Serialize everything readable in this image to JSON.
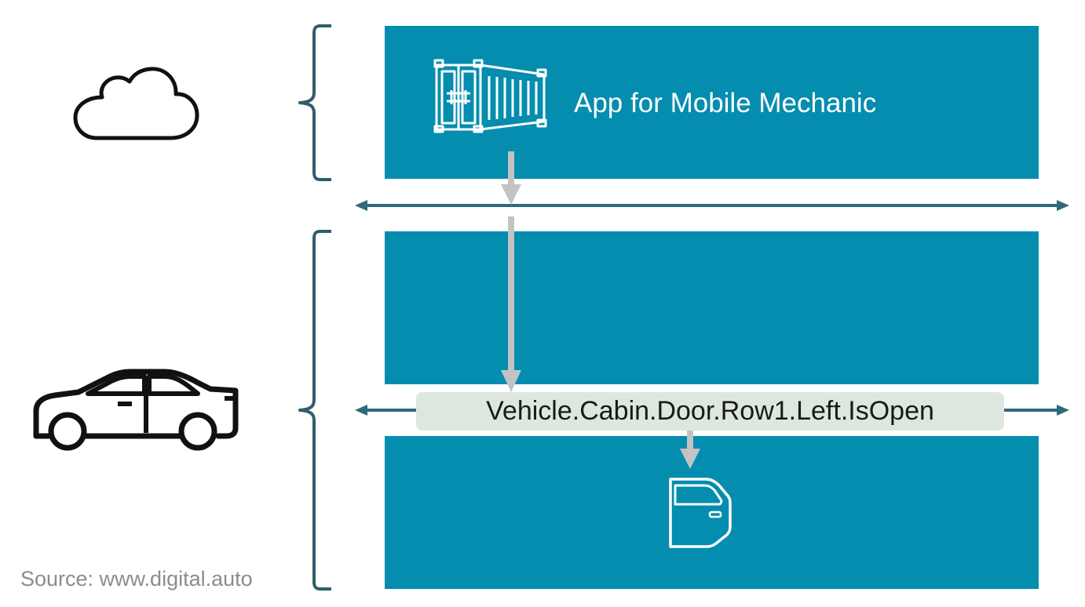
{
  "app": {
    "label": "App for Mobile Mechanic",
    "icon": "container-icon"
  },
  "signal": {
    "label": "Vehicle.Cabin.Door.Row1.Left.IsOpen"
  },
  "source": {
    "label": "Source: www.digital.auto"
  },
  "icons": {
    "cloud": "cloud-icon",
    "car": "car-icon",
    "door": "car-door-icon"
  },
  "colors": {
    "block": "#048daf",
    "bus_arrow": "#2e6a7a",
    "flow_arrow": "#c3c3c3",
    "signal_bg": "#dce8df",
    "bracket": "#2e5e6a"
  }
}
